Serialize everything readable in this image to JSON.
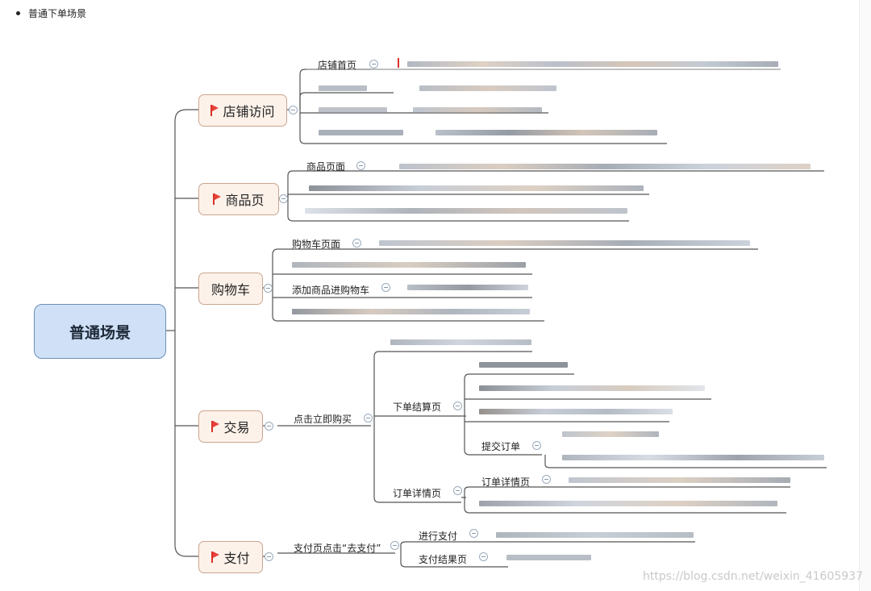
{
  "bullet": "普通下单场景",
  "root": "普通场景",
  "branches": {
    "shop": "店铺访问",
    "product": "商品页",
    "cart": "购物车",
    "trade": "交易",
    "pay": "支付"
  },
  "labels": {
    "shop_home": "店铺首页",
    "product_page": "商品页面",
    "cart_page": "购物车页面",
    "add_cart": "添加商品进购物车",
    "buy_now": "点击立即购买",
    "checkout": "下单结算页",
    "submit_order": "提交订单",
    "order_detail": "订单详情页",
    "order_detail_page": "订单详情页",
    "pay_click": "支付页点击“去支付”",
    "do_pay": "进行支付",
    "pay_result": "支付结果页"
  },
  "watermark": "https://blog.csdn.net/weixin_41605937",
  "colors": {
    "root_fill": "#cfe0f7",
    "branch_fill": "#fdf2ea",
    "flag": "#e8423a",
    "line": "#666666"
  }
}
